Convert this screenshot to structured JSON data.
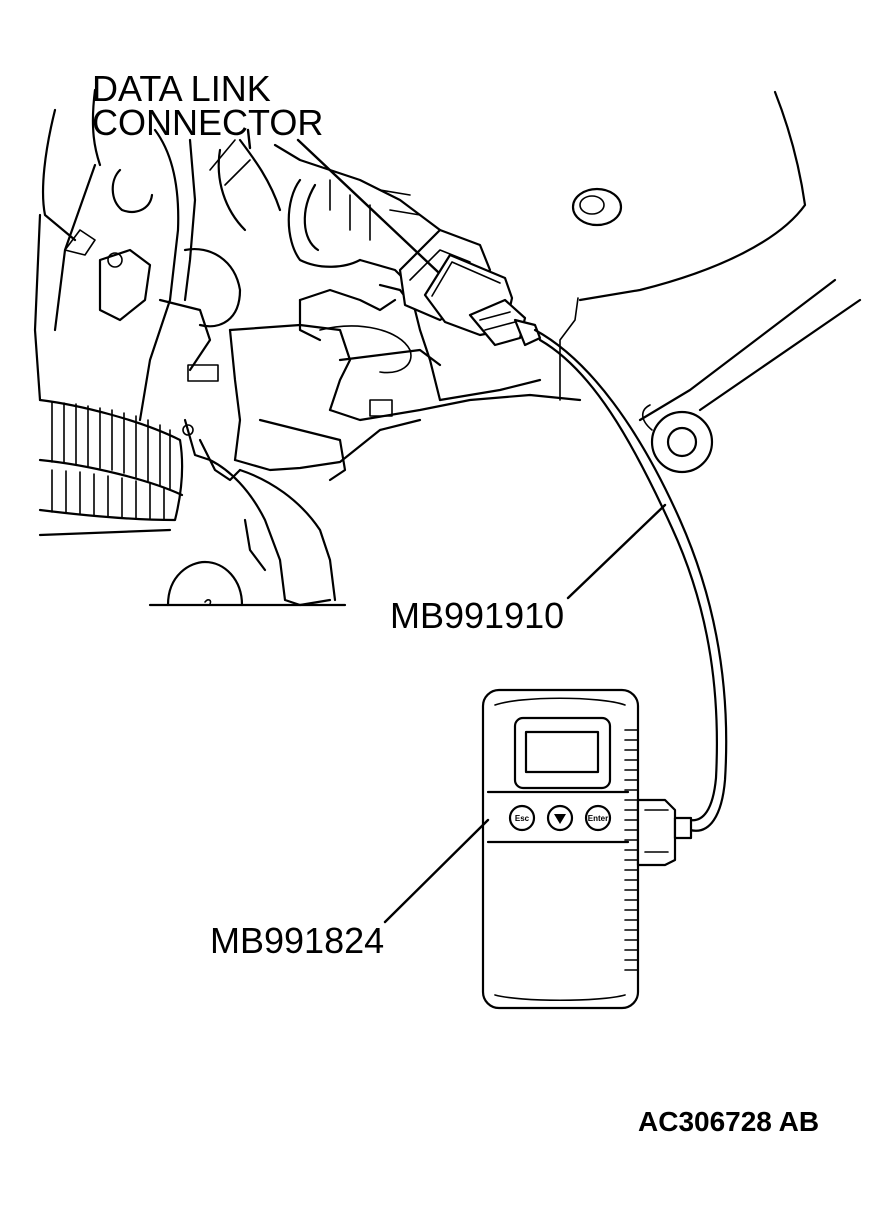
{
  "labels": {
    "connector_line1": "DATA LINK",
    "connector_line2": "CONNECTOR",
    "cable": "MB991910",
    "tool": "MB991824",
    "figure_id": "AC306728 AB"
  },
  "tool_keys": {
    "esc": "Esc",
    "enter": "Enter"
  }
}
